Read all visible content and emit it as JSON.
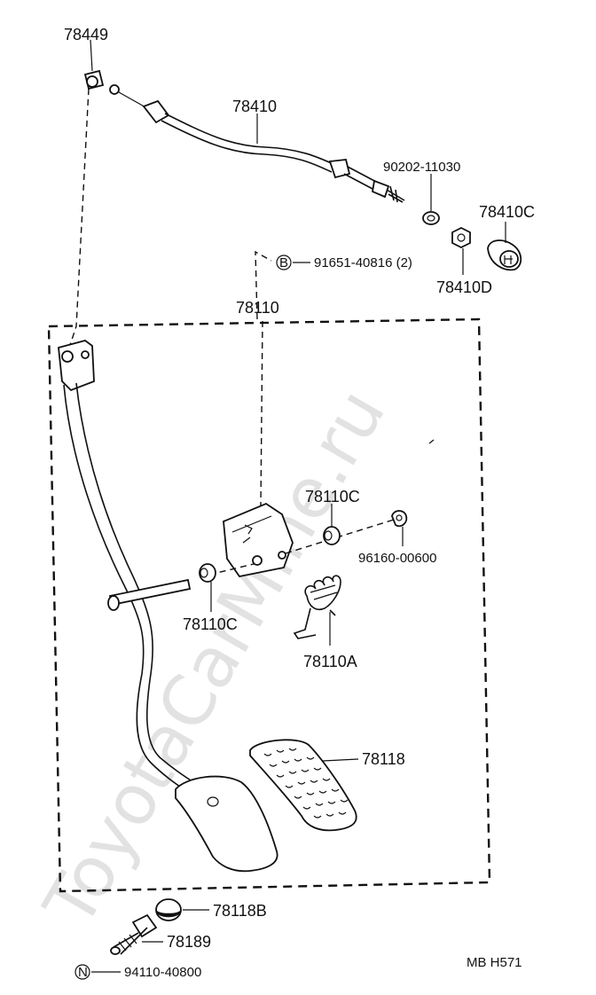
{
  "watermark": "ToyotaCarMine.ru",
  "diagram_code": "MB  H571",
  "callouts": {
    "p78449": "78449",
    "p78410": "78410",
    "p90202": "90202-11030",
    "p78410C": "78410C",
    "p91651": "91651-40816 (2)",
    "p78410D": "78410D",
    "p78110": "78110",
    "p78110C_top": "78110C",
    "p96160": "96160-00600",
    "p78110C_bottom": "78110C",
    "p78110A": "78110A",
    "p78118": "78118",
    "p78118B": "78118B",
    "p78189": "78189",
    "p94110": "94110-40800"
  },
  "markers": {
    "b": "B",
    "n": "N"
  }
}
